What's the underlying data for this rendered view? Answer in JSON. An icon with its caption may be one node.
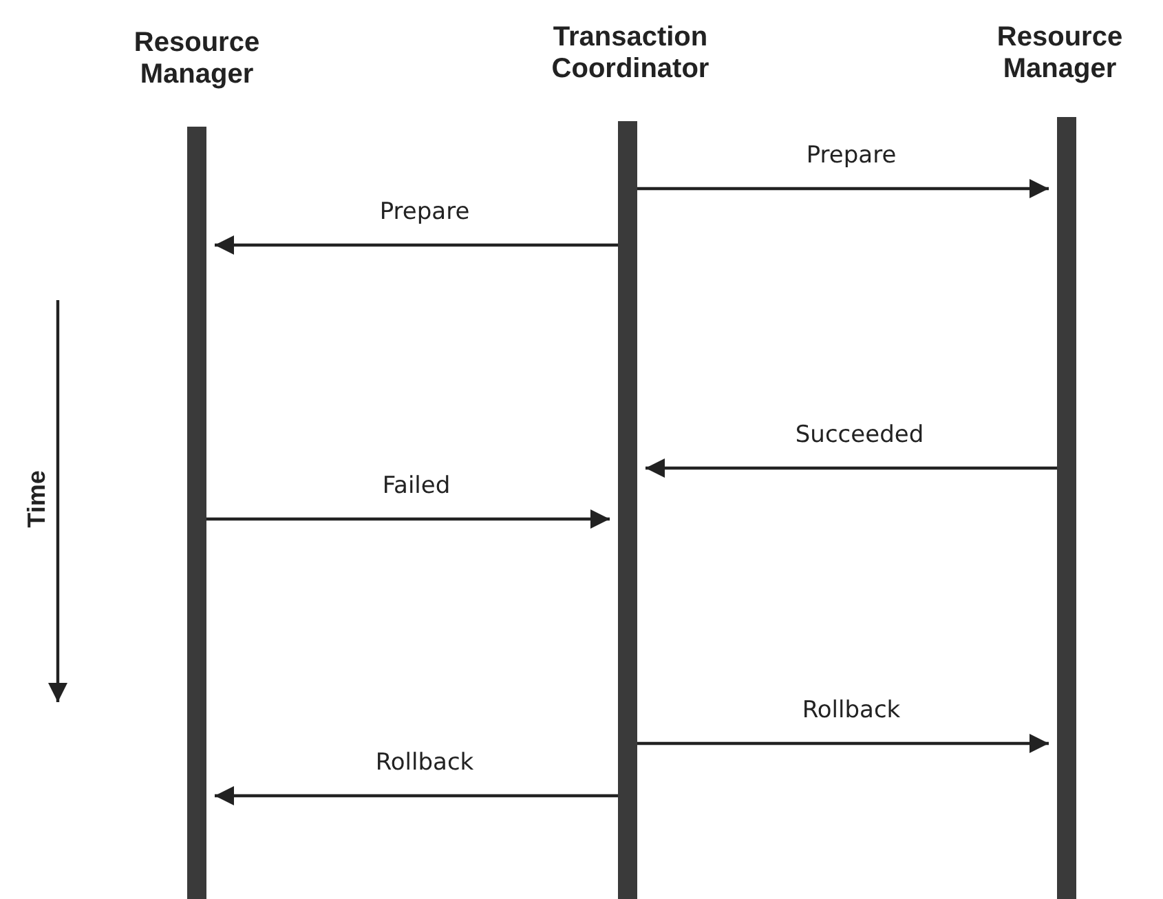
{
  "diagram": {
    "nodes": [
      {
        "text": [
          "Resource Manager"
        ]
      },
      {
        "text": [
          "Transaction Coordinator"
        ]
      },
      {
        "text": [
          "Resource Manager"
        ]
      }
    ],
    "edges": [
      {
        "from": 1,
        "to": 2,
        "arrow": "to",
        "label": "Prepare"
      },
      {
        "from": 1,
        "to": 0,
        "arrow": "to",
        "label": "Prepare"
      },
      {
        "from": 2,
        "to": 1,
        "arrow": "to",
        "label": "Succeeded"
      },
      {
        "from": 0,
        "to": 1,
        "arrow": "to",
        "label": "Failed"
      },
      {
        "from": 1,
        "to": 2,
        "arrow": "to",
        "label": "Rollback"
      },
      {
        "from": 1,
        "to": 0,
        "arrow": "to",
        "label": "Rollback"
      }
    ],
    "labels": [
      "Time"
    ]
  }
}
